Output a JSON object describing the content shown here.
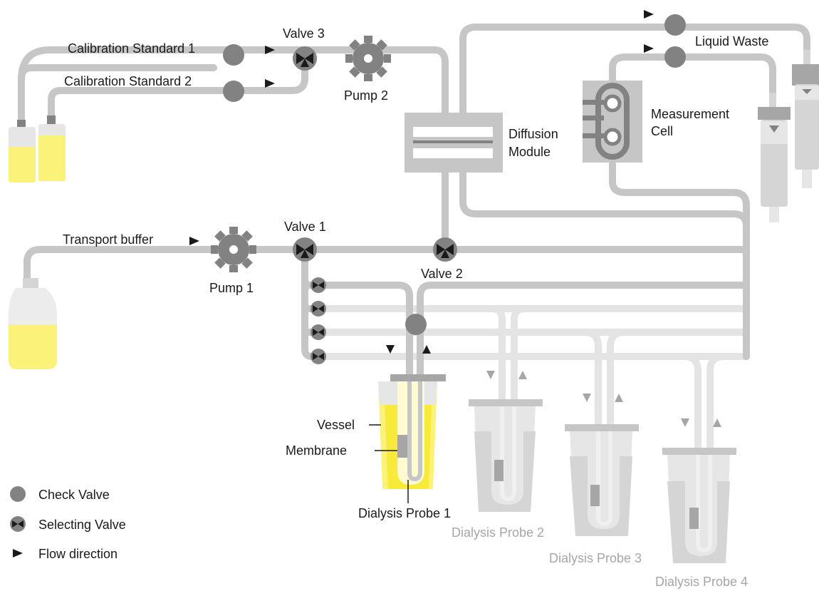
{
  "labels": {
    "cal_std_1": "Calibration Standard 1",
    "cal_std_2": "Calibration Standard 2",
    "valve_3": "Valve 3",
    "pump_2": "Pump 2",
    "diffusion_module_1": "Diffusion",
    "diffusion_module_2": "Module",
    "liquid_waste": "Liquid Waste",
    "measurement_cell_1": "Measurement",
    "measurement_cell_2": "Cell",
    "transport_buffer": "Transport buffer",
    "pump_1": "Pump 1",
    "valve_1": "Valve 1",
    "valve_2": "Valve 2",
    "vessel": "Vessel",
    "membrane": "Membrane",
    "dialysis_probe_1": "Dialysis Probe 1",
    "dialysis_probe_2": "Dialysis Probe 2",
    "dialysis_probe_3": "Dialysis Probe 3",
    "dialysis_probe_4": "Dialysis Probe 4"
  },
  "legend": {
    "check_valve": "Check Valve",
    "selecting_valve": "Selecting Valve",
    "flow_direction": "Flow direction"
  },
  "colors": {
    "pipe": "#c6c6c6",
    "pipe_inactive": "#e4e4e4",
    "component": "#828282",
    "liquid": "#fbf27a",
    "liquid_active": "#f7ea3a",
    "text": "#1a1a1a",
    "text_inactive": "#a6a6a6"
  }
}
